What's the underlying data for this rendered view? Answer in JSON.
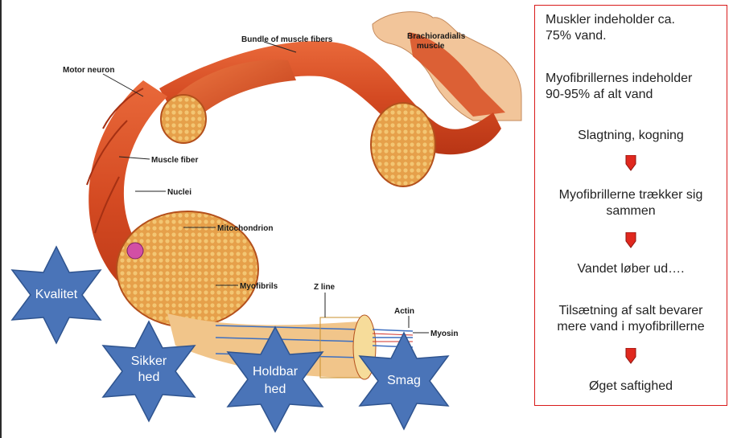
{
  "labels": {
    "bundle": "Bundle of muscle fibers",
    "brachio1": "Brachioradialis",
    "brachio2": "muscle",
    "motor": "Motor neuron",
    "fiber": "Muscle fiber",
    "nuclei": "Nuclei",
    "mito": "Mitochondrion",
    "myofibrils": "Myofibrils",
    "zline": "Z line",
    "actin": "Actin",
    "myosin": "Myosin"
  },
  "info": {
    "p1a": "Muskler indeholder ca.",
    "p1b": "75% vand.",
    "p2a": "Myofibrillernes indeholder",
    "p2b": "90-95% af alt vand",
    "s1": "Slagtning, kogning",
    "s2a": "Myofibrillerne trækker sig",
    "s2b": "sammen",
    "s3": "Vandet løber ud….",
    "s4a": "Tilsætning af salt bevarer",
    "s4b": "mere vand i myofibrillerne",
    "s5": "Øget saftighed"
  },
  "stars": {
    "kvalitet": "Kvalitet",
    "sikker1": "Sikker",
    "sikker2": "hed",
    "holdbar1": "Holdbar",
    "holdbar2": "hed",
    "smag": "Smag"
  },
  "colors": {
    "star_fill": "#4a74b8",
    "star_stroke": "#2f548f",
    "arrow": "#e0281e",
    "border": "#d91a1a",
    "muscle": "#d9542a"
  }
}
